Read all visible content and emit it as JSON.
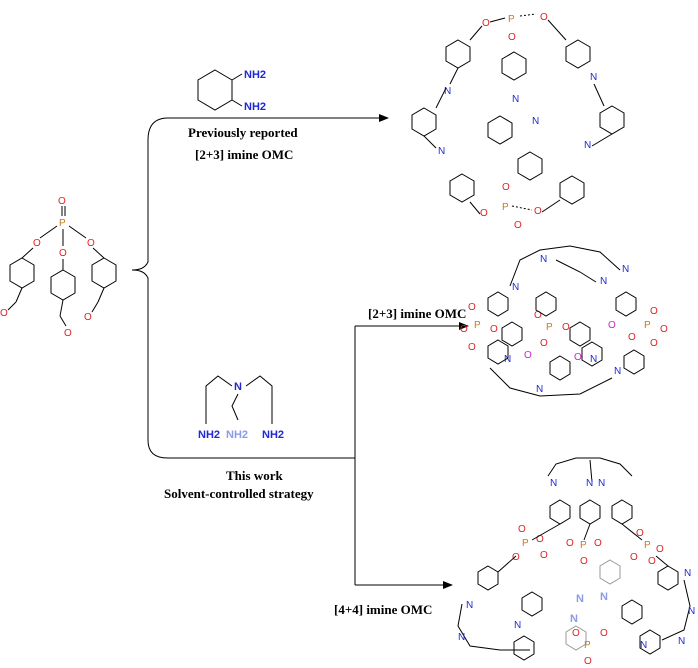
{
  "reagents": {
    "diamine_nh2_top": "NH2",
    "diamine_nh2_bottom": "NH2",
    "triamine_n": "N",
    "triamine_nh2_left": "NH2",
    "triamine_nh2_mid": "NH2",
    "triamine_nh2_right": "NH2"
  },
  "labels": {
    "previously_line1": "Previously reported",
    "previously_line2": "[2+3] imine OMC",
    "this_work_line1": "This work",
    "this_work_line2": "Solvent-controlled strategy",
    "product2_label": "[2+3] imine OMC",
    "product3_label": "[4+4] imine OMC"
  },
  "atoms": {
    "O": "O",
    "P": "P",
    "N": "N"
  },
  "colors": {
    "oxygen": "#e02020",
    "phosphorus": "#c8781e",
    "nitrogen": "#1e2ad0",
    "nitrogen_faded": "#8c9be6",
    "free_aldehyde": "#d020d0"
  }
}
